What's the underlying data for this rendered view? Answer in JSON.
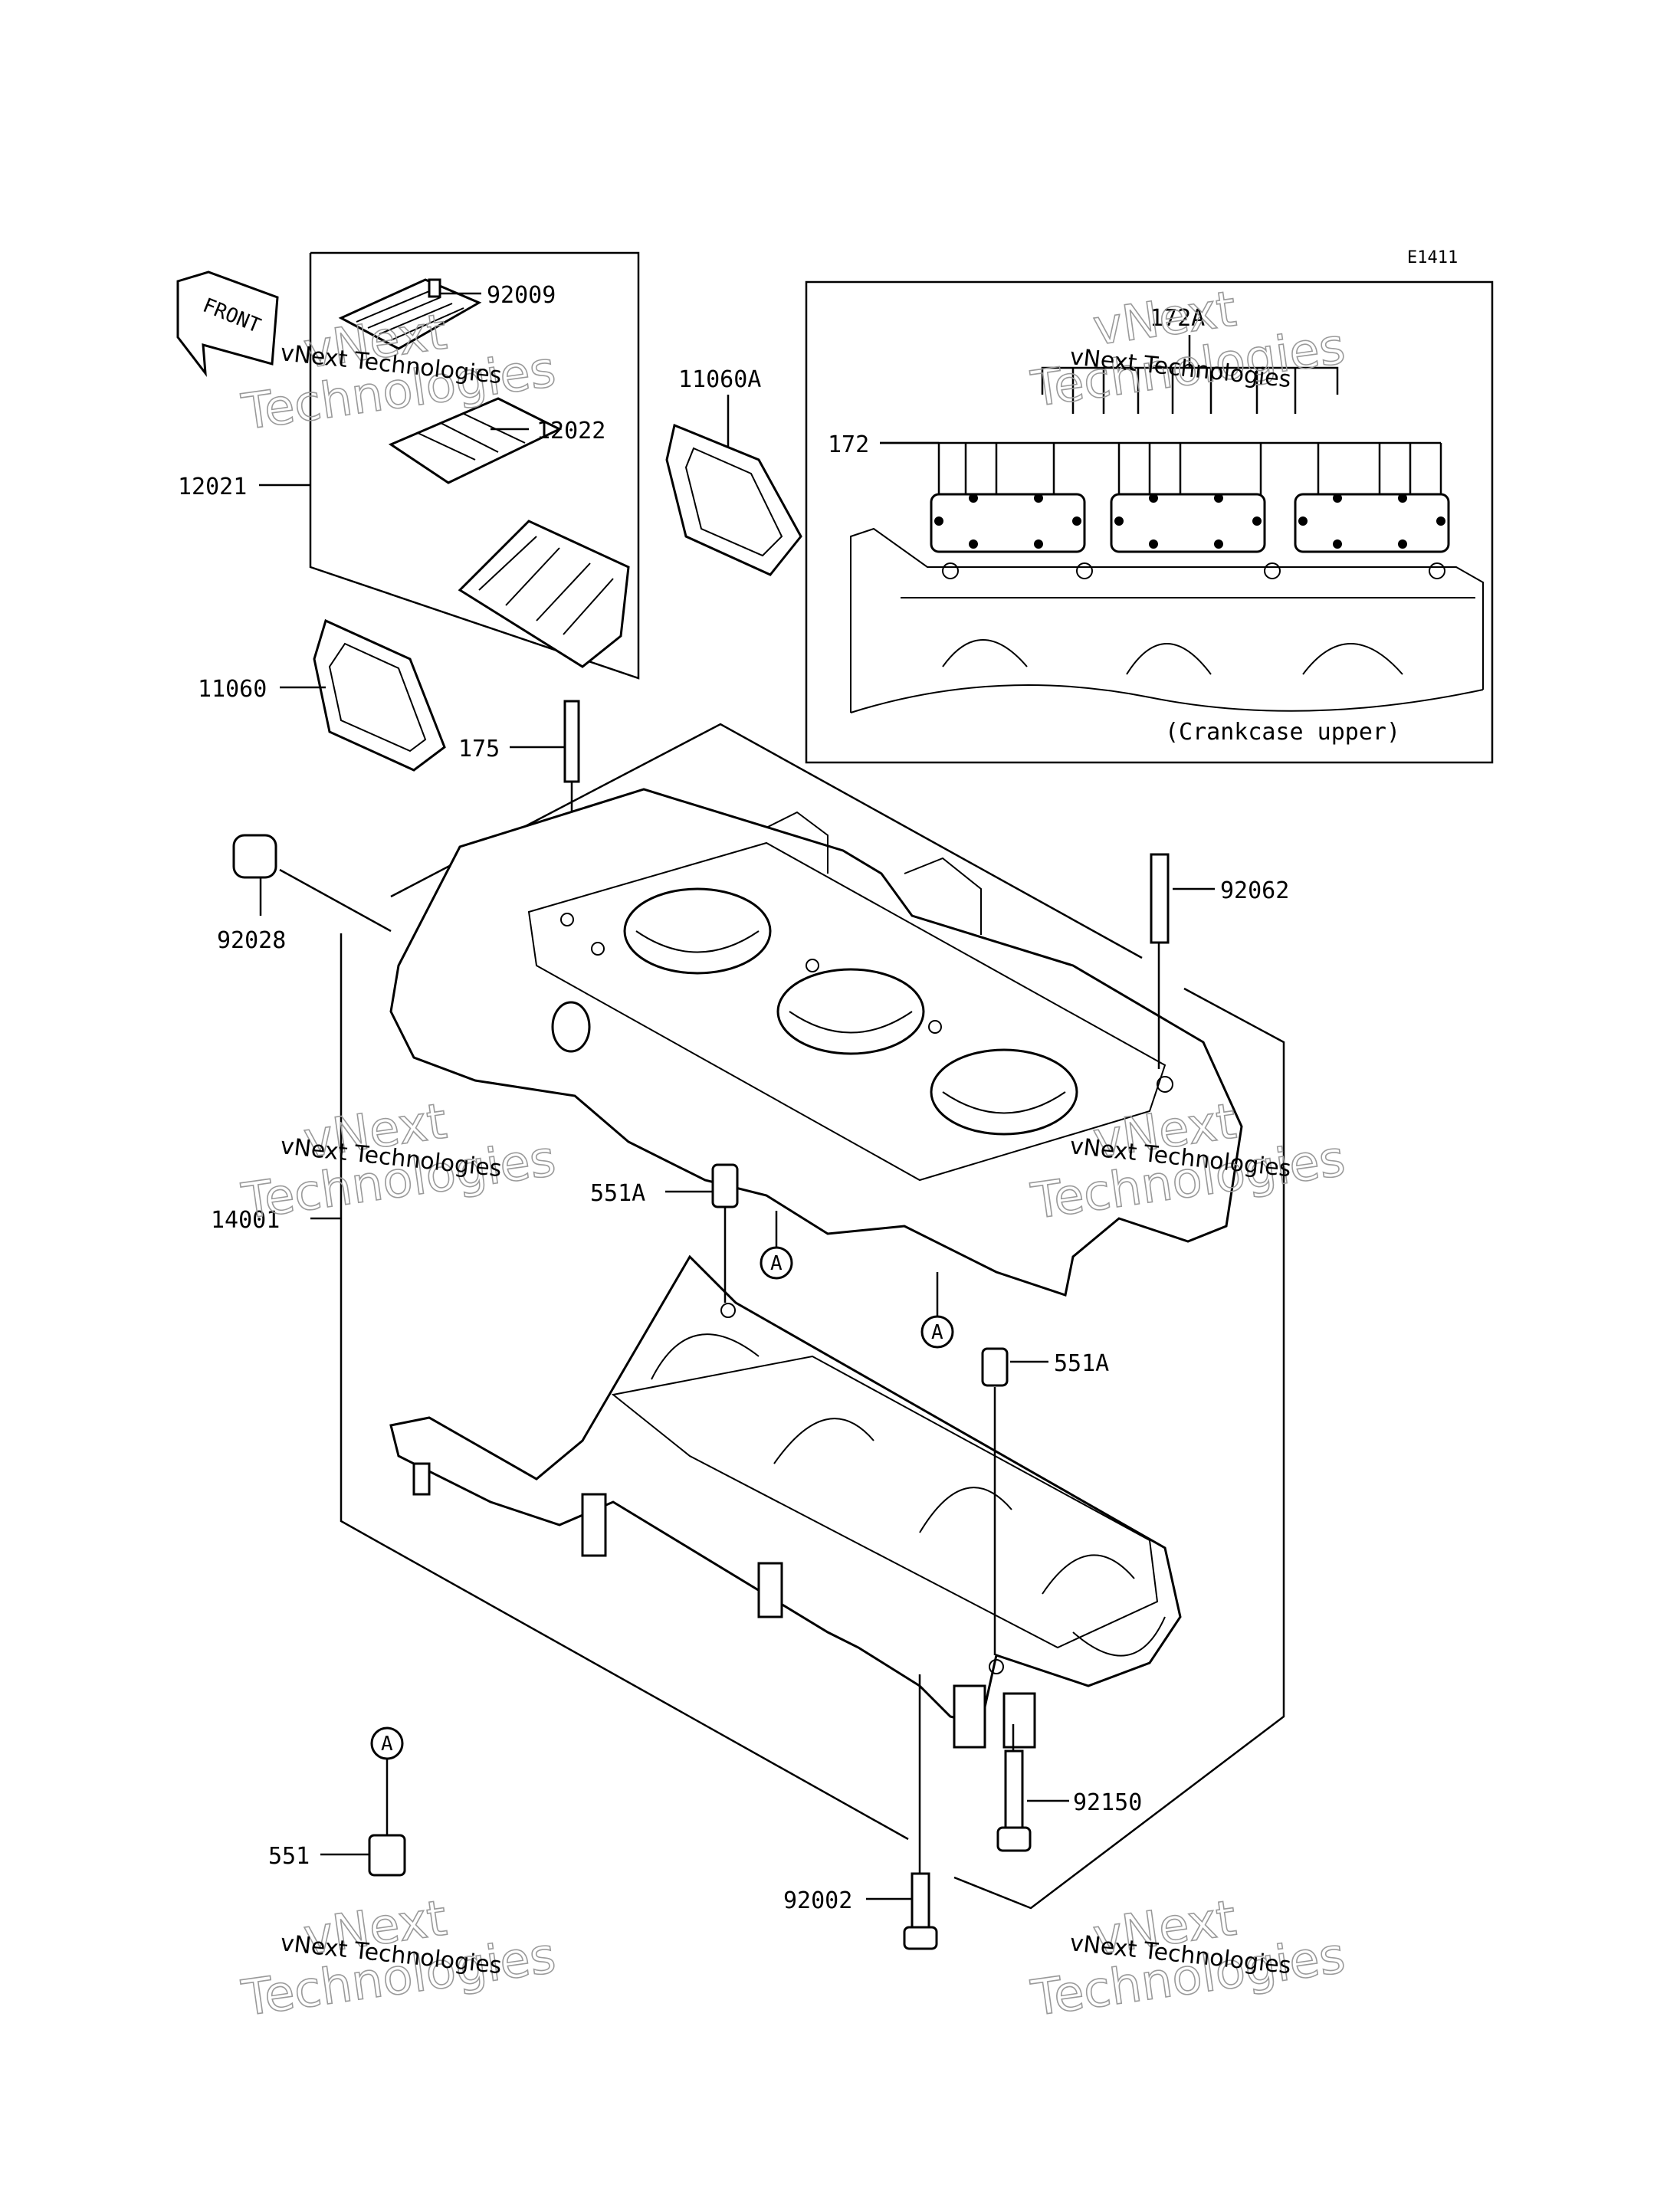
{
  "diagram": {
    "code": "E1411",
    "inset_caption": "(Crankcase upper)",
    "front_label": "FRONT",
    "marker_letter": "A",
    "watermark": {
      "line1": "vNext Technologies",
      "big1": "vNext",
      "big2": "Technologies"
    },
    "parts": {
      "p92009": "92009",
      "p12022": "12022",
      "p12021": "12021",
      "p11060A": "11060A",
      "p11060": "11060",
      "p175": "175",
      "p92028": "92028",
      "p172A": "172A",
      "p172": "172",
      "p92062": "92062",
      "p551A_1": "551A",
      "p551A_2": "551A",
      "p14001": "14001",
      "p551": "551",
      "p92150": "92150",
      "p92002": "92002"
    }
  }
}
